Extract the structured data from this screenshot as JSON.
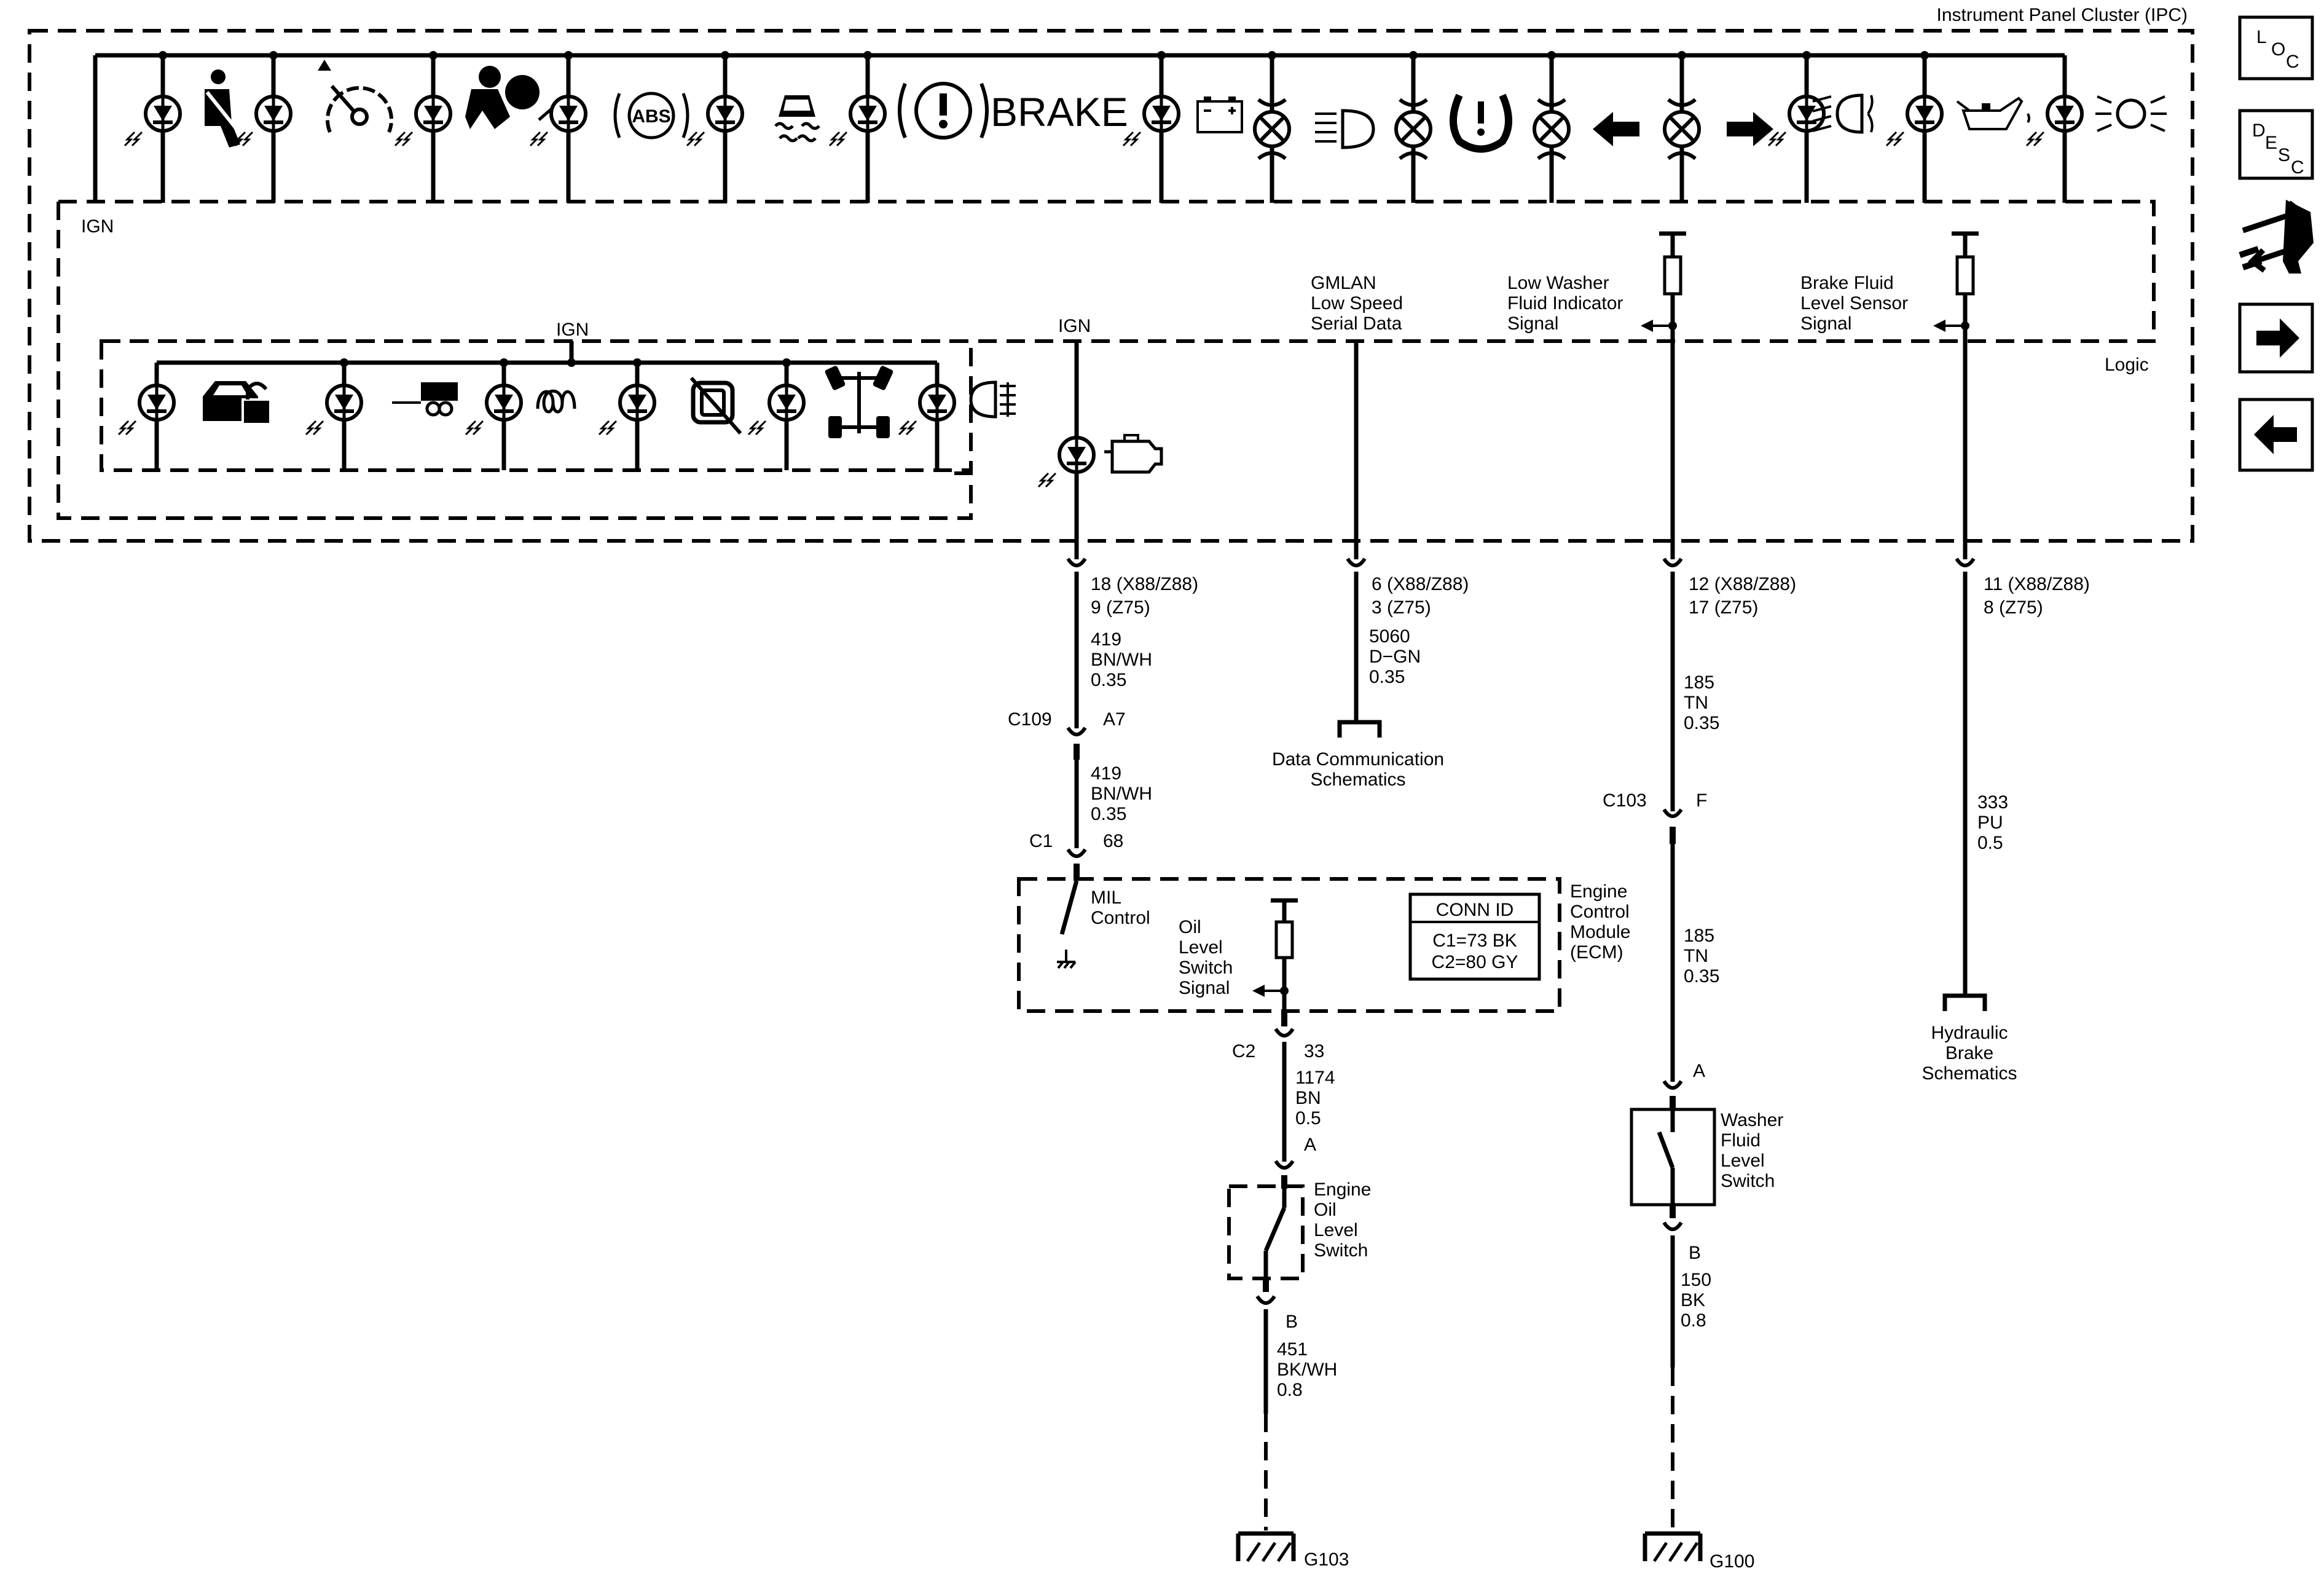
{
  "ipc": {
    "title": "Instrument Panel Cluster (IPC)",
    "ign_label": "IGN",
    "logic_label": "Logic",
    "inner_ign_label": "IGN",
    "brake_text": "BRAKE"
  },
  "icons": {
    "top": [
      "seat-belt-icon",
      "speedometer-icon",
      "airbag-icon",
      "abs-icon",
      "traction-control-icon",
      "brake-warning-icon",
      "battery-icon",
      "high-beam-icon",
      "tire-pressure-icon",
      "turn-left-icon",
      "turn-right-icon",
      "fog-lamp-icon",
      "oil-can-icon",
      "park-lamp-icon"
    ],
    "lower": [
      "vehicle-security-icon",
      "trailer-icon",
      "glow-plug-icon",
      "no-start-icon",
      "four-wheel-drive-icon",
      "rear-fog-icon"
    ]
  },
  "mil": {
    "ign_label": "IGN",
    "icon": "check-engine-icon",
    "pin": "18 (X88/Z88)",
    "pin2": "9 (Z75)",
    "circuit": "419",
    "color": "BN/WH",
    "gauge": "0.35",
    "c109": "C109",
    "c109_pin": "A7",
    "circuit_b": "419",
    "color_b": "BN/WH",
    "gauge_b": "0.35",
    "c1": "C1",
    "c1_pin": "68",
    "control_label_1": "MIL",
    "control_label_2": "Control"
  },
  "gmlan": {
    "label_1": "GMLAN",
    "label_2": "Low Speed",
    "label_3": "Serial Data",
    "pin": "6 (X88/Z88)",
    "pin2": "3 (Z75)",
    "circuit": "5060",
    "color": "D−GN",
    "gauge": "0.35",
    "dest_1": "Data Communication",
    "dest_2": "Schematics"
  },
  "washer": {
    "label_1": "Low Washer",
    "label_2": "Fluid Indicator",
    "label_3": "Signal",
    "pin": "12 (X88/Z88)",
    "pin2": "17 (Z75)",
    "circuit": "185",
    "color": "TN",
    "gauge": "0.35",
    "c103": "C103",
    "c103_pin": "F",
    "circuit_b": "185",
    "color_b": "TN",
    "gauge_b": "0.35",
    "switch_pin_a": "A",
    "switch_pin_b": "B",
    "switch_1": "Washer",
    "switch_2": "Fluid",
    "switch_3": "Level",
    "switch_4": "Switch",
    "circuit_c": "150",
    "color_c": "BK",
    "gauge_c": "0.8",
    "ground": "G100"
  },
  "brake_fluid": {
    "label_1": "Brake Fluid",
    "label_2": "Level Sensor",
    "label_3": "Signal",
    "pin": "11 (X88/Z88)",
    "pin2": "8 (Z75)",
    "circuit": "333",
    "color": "PU",
    "gauge": "0.5",
    "dest_1": "Hydraulic",
    "dest_2": "Brake",
    "dest_3": "Schematics"
  },
  "ecm": {
    "name_1": "Engine",
    "name_2": "Control",
    "name_3": "Module",
    "name_4": "(ECM)",
    "conn_title": "CONN ID",
    "conn_1": "C1=73 BK",
    "conn_2": "C2=80 GY",
    "oil_sig_1": "Oil",
    "oil_sig_2": "Level",
    "oil_sig_3": "Switch",
    "oil_sig_4": "Signal"
  },
  "oil": {
    "c2": "C2",
    "c2_pin": "33",
    "circuit": "1174",
    "color": "BN",
    "gauge": "0.5",
    "switch_pin_a": "A",
    "switch_pin_b": "B",
    "switch_1": "Engine",
    "switch_2": "Oil",
    "switch_3": "Level",
    "switch_4": "Switch",
    "circuit_b": "451",
    "color_b": "BK/WH",
    "gauge_b": "0.8",
    "ground": "G103"
  },
  "nav": {
    "loc_1": "L",
    "loc_2": "O",
    "loc_3": "C",
    "desc_1": "D",
    "desc_2": "E",
    "desc_3": "S",
    "desc_4": "C"
  }
}
